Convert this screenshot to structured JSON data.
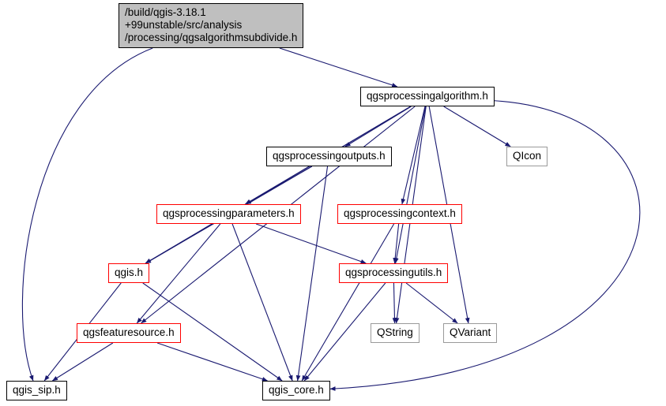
{
  "diagram": {
    "type": "include-dependency-graph",
    "edge_color": "#191970",
    "node_kinds": {
      "root": {
        "fill": "#bfbfbf",
        "border": "#000000"
      },
      "internal": {
        "fill": "#ffffff",
        "border": "#000000"
      },
      "truncated": {
        "fill": "#ffffff",
        "border": "#ff0000"
      },
      "external": {
        "fill": "#ffffff",
        "border": "#9a9a9a"
      }
    },
    "nodes": [
      {
        "id": "main",
        "kind": "root",
        "label": "/build/qgis-3.18.1\n+99unstable/src/analysis\n/processing/qgsalgorithmsubdivide.h"
      },
      {
        "id": "qgsprocessingalgorithm",
        "kind": "internal",
        "label": "qgsprocessingalgorithm.h"
      },
      {
        "id": "qgsprocessingoutputs",
        "kind": "internal",
        "label": "qgsprocessingoutputs.h"
      },
      {
        "id": "qicon",
        "kind": "external",
        "label": "QIcon"
      },
      {
        "id": "qgsprocessingparameters",
        "kind": "truncated",
        "label": "qgsprocessingparameters.h"
      },
      {
        "id": "qgsprocessingcontext",
        "kind": "truncated",
        "label": "qgsprocessingcontext.h"
      },
      {
        "id": "qgis",
        "kind": "truncated",
        "label": "qgis.h"
      },
      {
        "id": "qgsprocessingutils",
        "kind": "truncated",
        "label": "qgsprocessingutils.h"
      },
      {
        "id": "qstring",
        "kind": "external",
        "label": "QString"
      },
      {
        "id": "qvariant",
        "kind": "external",
        "label": "QVariant"
      },
      {
        "id": "qgsfeaturesource",
        "kind": "truncated",
        "label": "qgsfeaturesource.h"
      },
      {
        "id": "qgis_sip",
        "kind": "internal",
        "label": "qgis_sip.h"
      },
      {
        "id": "qgis_core",
        "kind": "internal",
        "label": "qgis_core.h"
      }
    ],
    "edges": [
      {
        "from": "main",
        "to": "qgsprocessingalgorithm"
      },
      {
        "from": "main",
        "to": "qgis_sip"
      },
      {
        "from": "qgsprocessingalgorithm",
        "to": "qgsprocessingoutputs"
      },
      {
        "from": "qgsprocessingalgorithm",
        "to": "qicon"
      },
      {
        "from": "qgsprocessingalgorithm",
        "to": "qgsprocessingparameters"
      },
      {
        "from": "qgsprocessingalgorithm",
        "to": "qgsprocessingcontext"
      },
      {
        "from": "qgsprocessingalgorithm",
        "to": "qgsprocessingutils"
      },
      {
        "from": "qgsprocessingalgorithm",
        "to": "qgis"
      },
      {
        "from": "qgsprocessingalgorithm",
        "to": "qgsfeaturesource"
      },
      {
        "from": "qgsprocessingalgorithm",
        "to": "qstring"
      },
      {
        "from": "qgsprocessingalgorithm",
        "to": "qvariant"
      },
      {
        "from": "qgsprocessingalgorithm",
        "to": "qgis_core"
      },
      {
        "from": "qgsprocessingoutputs",
        "to": "qgsprocessingparameters"
      },
      {
        "from": "qgsprocessingoutputs",
        "to": "qgis"
      },
      {
        "from": "qgsprocessingoutputs",
        "to": "qgis_core"
      },
      {
        "from": "qgsprocessingparameters",
        "to": "qgis"
      },
      {
        "from": "qgsprocessingparameters",
        "to": "qgsprocessingutils"
      },
      {
        "from": "qgsprocessingparameters",
        "to": "qgsfeaturesource"
      },
      {
        "from": "qgsprocessingparameters",
        "to": "qgis_core"
      },
      {
        "from": "qgsprocessingcontext",
        "to": "qgsprocessingutils"
      },
      {
        "from": "qgsprocessingcontext",
        "to": "qgis_core"
      },
      {
        "from": "qgsprocessingutils",
        "to": "qstring"
      },
      {
        "from": "qgsprocessingutils",
        "to": "qvariant"
      },
      {
        "from": "qgsprocessingutils",
        "to": "qgis_core"
      },
      {
        "from": "qgis",
        "to": "qgis_sip"
      },
      {
        "from": "qgis",
        "to": "qgis_core"
      },
      {
        "from": "qgsfeaturesource",
        "to": "qgis_sip"
      },
      {
        "from": "qgsfeaturesource",
        "to": "qgis_core"
      }
    ]
  }
}
